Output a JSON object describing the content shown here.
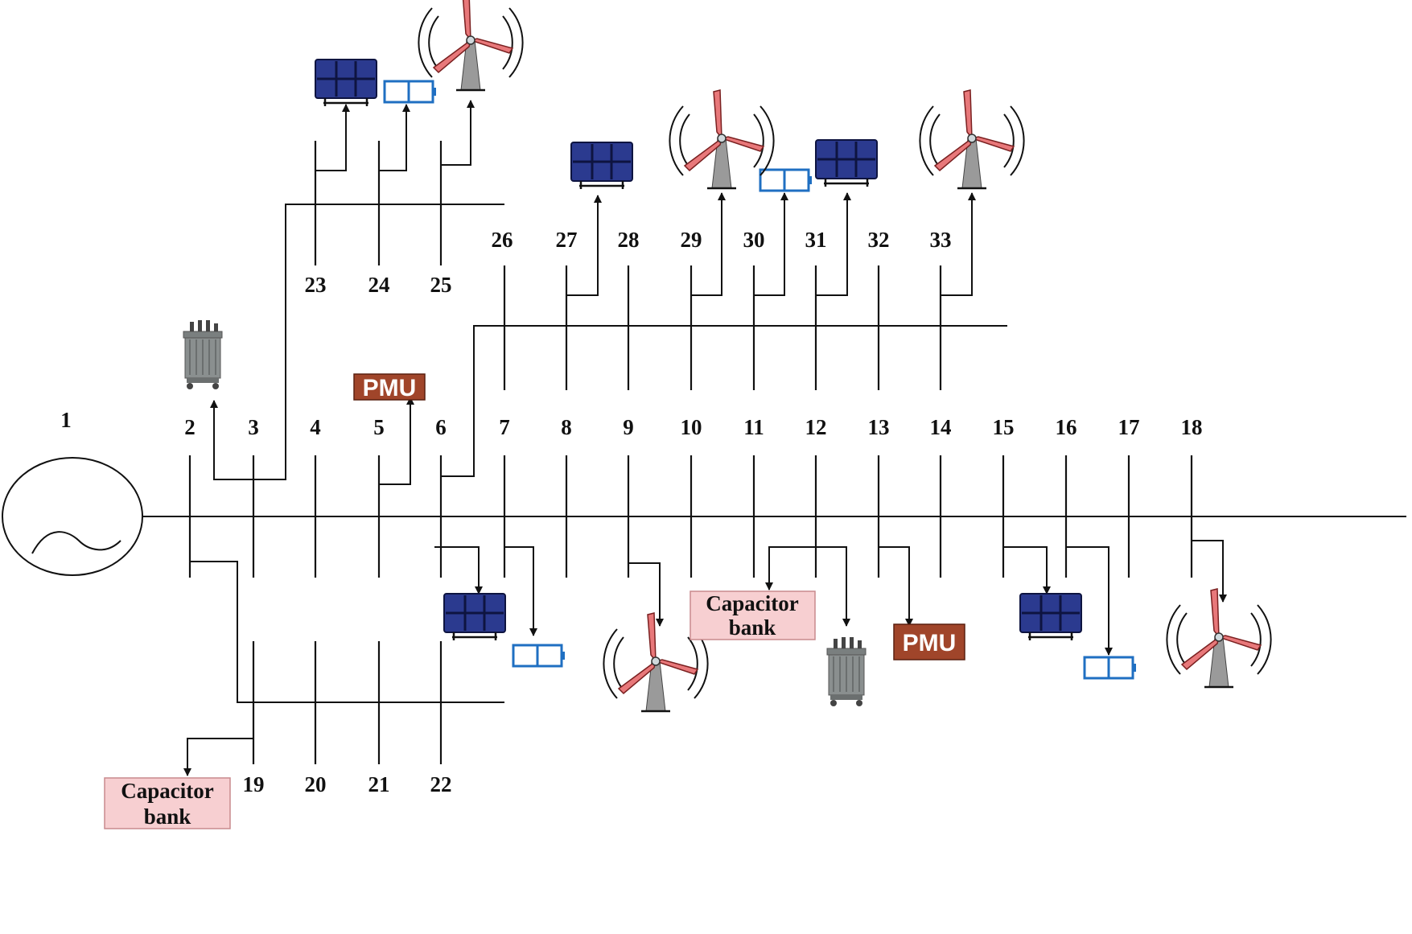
{
  "buses": {
    "b1": "1",
    "b2": "2",
    "b3": "3",
    "b4": "4",
    "b5": "5",
    "b6": "6",
    "b7": "7",
    "b8": "8",
    "b9": "9",
    "b10": "10",
    "b11": "11",
    "b12": "12",
    "b13": "13",
    "b14": "14",
    "b15": "15",
    "b16": "16",
    "b17": "17",
    "b18": "18",
    "b19": "19",
    "b20": "20",
    "b21": "21",
    "b22": "22",
    "b23": "23",
    "b24": "24",
    "b25": "25",
    "b26": "26",
    "b27": "27",
    "b28": "28",
    "b29": "29",
    "b30": "30",
    "b31": "31",
    "b32": "32",
    "b33": "33"
  },
  "labels": {
    "pmu": "PMU",
    "capacitor_line1": "Capacitor",
    "capacitor_line2": "bank"
  },
  "icons": {
    "source": "ac-generator-icon",
    "transformer": "transformer-icon",
    "solar": "solar-panel-icon",
    "battery": "battery-icon",
    "wind": "wind-turbine-icon"
  },
  "colors": {
    "solar": "#2b3a8f",
    "battery": "#1f6fc2",
    "pmu": "#a0452a",
    "capacitor": "#f7cfd1",
    "blade": "#e8787a",
    "tower": "#9a9a9a",
    "transformer": "#8a8f8f"
  }
}
